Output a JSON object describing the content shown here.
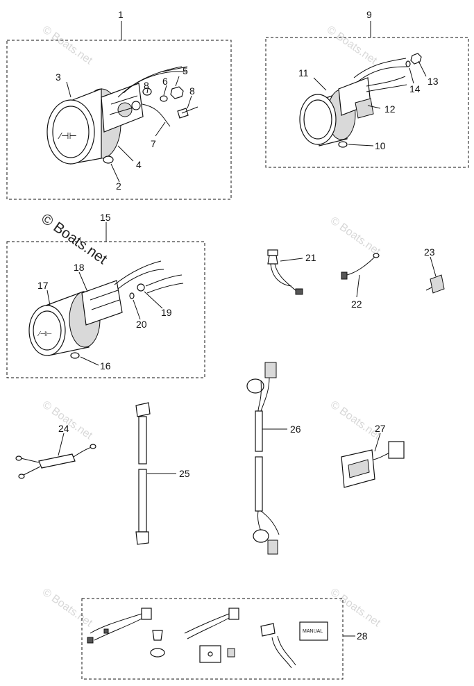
{
  "watermark": "© Boats.net",
  "callouts": {
    "c1": "1",
    "c2": "2",
    "c3": "3",
    "c4": "4",
    "c5": "5",
    "c6": "6",
    "c7": "7",
    "c8a": "8",
    "c8b": "8",
    "c9": "9",
    "c10": "10",
    "c11": "11",
    "c12": "12",
    "c13": "13",
    "c14": "14",
    "c15": "15",
    "c16": "16",
    "c17": "17",
    "c18": "18",
    "c19": "19",
    "c20": "20",
    "c21": "21",
    "c22": "22",
    "c23": "23",
    "c24": "24",
    "c25": "25",
    "c26": "26",
    "c27": "27",
    "c28": "28"
  },
  "kit_28": {
    "manual_label": "MANUAL"
  }
}
